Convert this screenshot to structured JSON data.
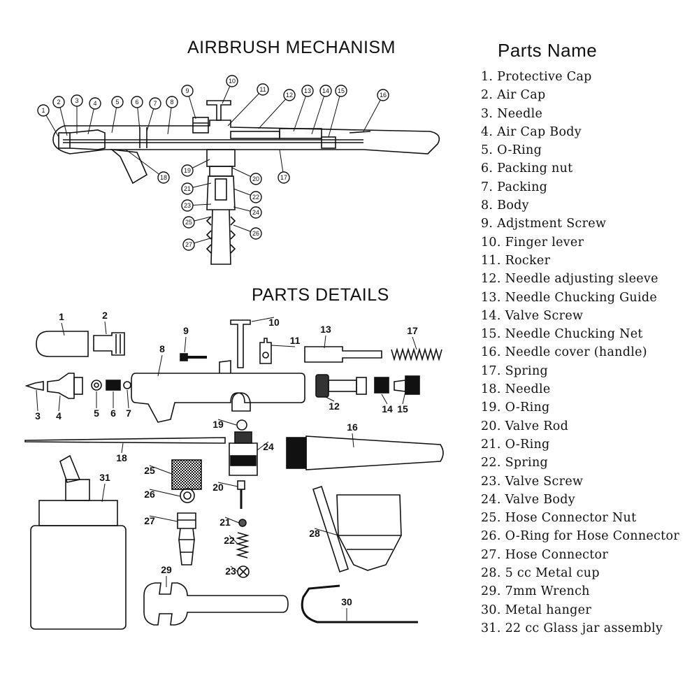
{
  "headings": {
    "mechanism": "AIRBRUSH MECHANISM",
    "parts_details": "PARTS DETAILS",
    "parts_name": "Parts Name"
  },
  "parts": [
    "1. Protective Cap",
    "2. Air Cap",
    "3. Needle",
    "4. Air Cap Body",
    "5. O-Ring",
    "6. Packing nut",
    "7. Packing",
    "8. Body",
    "9. Adjstment Screw",
    "10. Finger lever",
    "11. Rocker",
    "12. Needle adjusting sleeve",
    "13. Needle Chucking Guide",
    "14. Valve Screw",
    "15. Needle Chucking Net",
    "16. Needle cover (handle)",
    "17. Spring",
    "18. Needle",
    "19. O-Ring",
    "20. Valve Rod",
    "21. O-Ring",
    "22. Spring",
    "23. Valve Screw",
    "24. Valve Body",
    "25. Hose Connector Nut",
    "26. O-Ring for Hose Connector",
    "27. Hose Connector",
    "28. 5 cc Metal cup",
    "29. 7mm Wrench",
    "30. Metal hanger",
    "31. 22 cc Glass jar assembly"
  ],
  "mechanism_callouts": [
    "1",
    "2",
    "3",
    "4",
    "5",
    "6",
    "7",
    "8",
    "9",
    "10",
    "11",
    "12",
    "13",
    "14",
    "15",
    "16",
    "17",
    "18",
    "19",
    "20",
    "21",
    "22",
    "23",
    "24",
    "25",
    "26",
    "27"
  ],
  "detail_labels": [
    "1",
    "2",
    "3",
    "4",
    "5",
    "6",
    "7",
    "8",
    "9",
    "10",
    "11",
    "12",
    "13",
    "14",
    "15",
    "16",
    "17",
    "18",
    "19",
    "20",
    "21",
    "22",
    "23",
    "24",
    "25",
    "26",
    "27",
    "28",
    "29",
    "30",
    "31"
  ]
}
